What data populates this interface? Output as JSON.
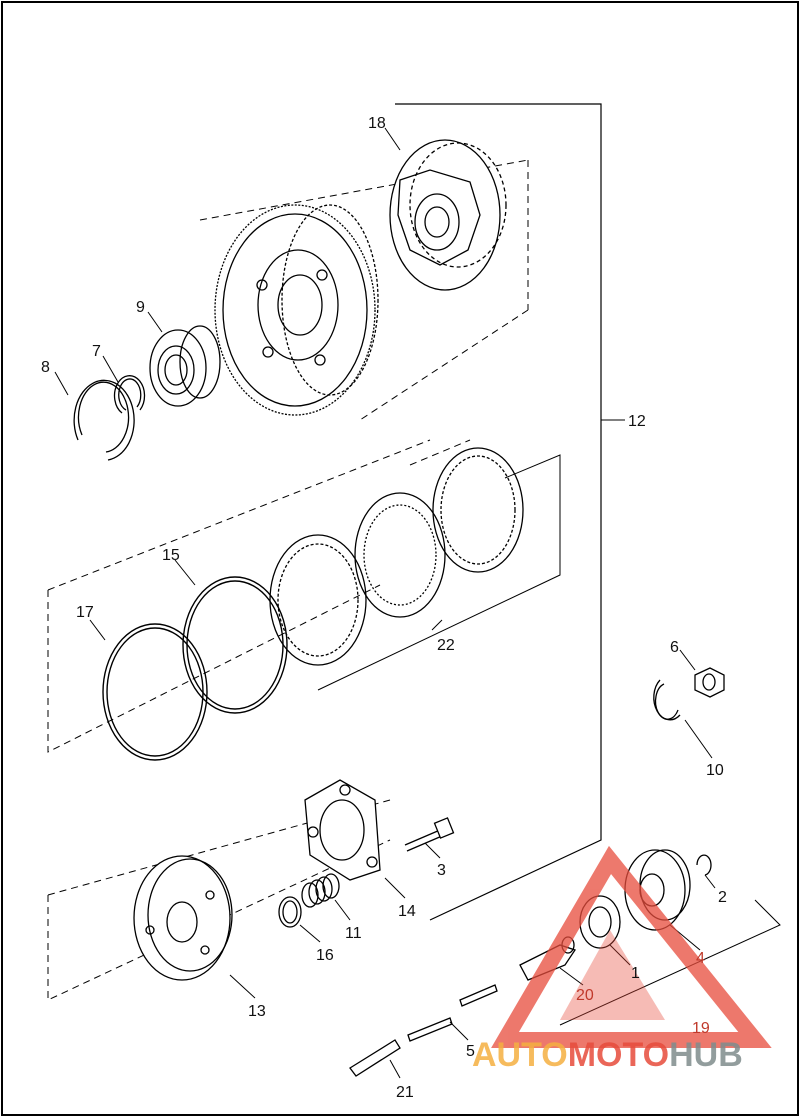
{
  "diagram": {
    "callouts": {
      "c1": "1",
      "c2": "2",
      "c3": "3",
      "c4": "4",
      "c5": "5",
      "c6": "6",
      "c7": "7",
      "c8": "8",
      "c9": "9",
      "c10": "10",
      "c11": "11",
      "c12": "12",
      "c13": "13",
      "c14": "14",
      "c15": "15",
      "c16": "16",
      "c17": "17",
      "c18": "18",
      "c19": "19",
      "c20": "20",
      "c21": "21",
      "c22": "22"
    }
  },
  "watermark": {
    "part1": "AUTO",
    "part2": "MOTO",
    "part3": "HUB",
    "color_orange": "#f5b041",
    "color_red": "#e74c3c",
    "color_gray": "#7f8c8d"
  }
}
